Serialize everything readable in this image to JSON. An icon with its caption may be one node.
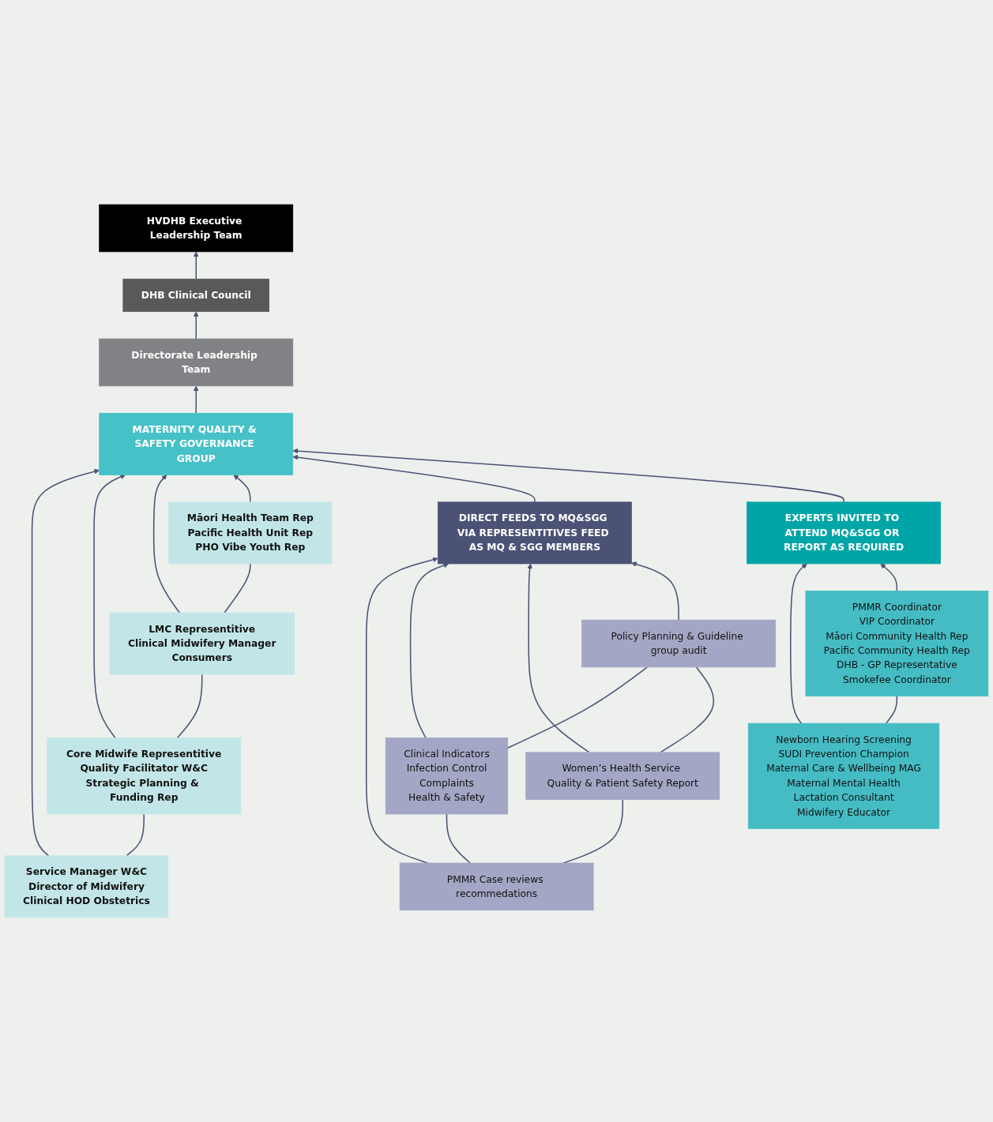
{
  "diagram": {
    "nodes": [
      {
        "text": [
          "HVDHB Executive Leadership Team"
        ]
      },
      {
        "text": [
          "DHB Clinical Council"
        ]
      },
      {
        "text": [
          "Directorate Leadership Team"
        ]
      },
      {
        "text": [
          "MATERNITY QUALITY & SAFETY GOVERNANCE GROUP"
        ]
      },
      {
        "text": [
          "Service Manager W&C",
          "Director of Midwifery",
          "Clinical HOD Obstetrics"
        ]
      },
      {
        "text": [
          "Core Midwife Representitive",
          "Quality Facilitator W&C",
          "Strategic Planning & Funding Rep"
        ]
      },
      {
        "text": [
          "LMC Representitive",
          "Clinical Midwifery Manager",
          "Consumers"
        ]
      },
      {
        "text": [
          "Māori Health Team Rep",
          "Pacific Health Unit Rep",
          "PHO Vibe Youth Rep"
        ]
      },
      {
        "text": [
          "DIRECT FEEDS TO MQ&SGG VIA REPRESENTITIVES FEED AS MQ & SGG MEMBERS"
        ]
      },
      {
        "text": [
          "EXPERTS INVITED TO ATTEND MQ&SGG OR REPORT AS REQUIRED"
        ]
      },
      {
        "text": [
          "PMMR Case reviews recommedations"
        ]
      },
      {
        "text": [
          "Clinical Indicators",
          "Infection Control",
          "Complaints",
          "Health & Safety"
        ]
      },
      {
        "text": [
          "Women’s Health Service Quality & Patient Safety Report"
        ]
      },
      {
        "text": [
          "Policy Planning & Guideline group audit"
        ]
      },
      {
        "text": [
          "Newborn Hearing Screening",
          "SUDI Prevention Champion",
          "Maternal Care & Wellbeing MAG",
          "Maternal Mental Health",
          "Lactation Consultant",
          "Midwifery Educator"
        ]
      },
      {
        "text": [
          "PMMR Coordinator",
          "VIP Coordinator",
          "Māori Community Health Rep",
          "Pacific Community Health Rep",
          "DHB - GP Representative",
          "Smokefee Coordinator"
        ]
      }
    ],
    "edges": [
      {
        "from": 1,
        "to": 0,
        "arrow": "to"
      },
      {
        "from": 2,
        "to": 1,
        "arrow": "to"
      },
      {
        "from": 3,
        "to": 2,
        "arrow": "to"
      },
      {
        "from": 4,
        "to": 3,
        "arrow": "to"
      },
      {
        "from": 5,
        "to": 3,
        "arrow": "to"
      },
      {
        "from": 6,
        "to": 3,
        "arrow": "to"
      },
      {
        "from": 7,
        "to": 3,
        "arrow": "to"
      },
      {
        "from": 4,
        "to": 5,
        "arrow": "none"
      },
      {
        "from": 5,
        "to": 6,
        "arrow": "none"
      },
      {
        "from": 6,
        "to": 7,
        "arrow": "none"
      },
      {
        "from": 8,
        "to": 3,
        "arrow": "to"
      },
      {
        "from": 9,
        "to": 3,
        "arrow": "to"
      },
      {
        "from": 10,
        "to": 8,
        "arrow": "to"
      },
      {
        "from": 11,
        "to": 8,
        "arrow": "to"
      },
      {
        "from": 10,
        "to": 11,
        "arrow": "none"
      },
      {
        "from": 12,
        "to": 8,
        "arrow": "to"
      },
      {
        "from": 13,
        "to": 8,
        "arrow": "to"
      },
      {
        "from": 10,
        "to": 12,
        "arrow": "none"
      },
      {
        "from": 11,
        "to": 13,
        "arrow": "none"
      },
      {
        "from": 12,
        "to": 13,
        "arrow": "none"
      },
      {
        "from": 14,
        "to": 9,
        "arrow": "to"
      },
      {
        "from": 15,
        "to": 9,
        "arrow": "to"
      },
      {
        "from": 14,
        "to": 15,
        "arrow": "none"
      }
    ]
  }
}
